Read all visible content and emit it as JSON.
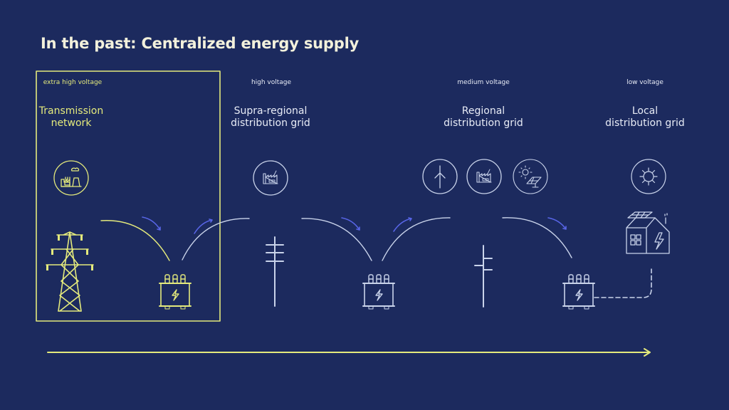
{
  "title": "In the past: Centralized energy supply",
  "stages": [
    {
      "voltage": "extra high voltage",
      "name_line1": "Transmission",
      "name_line2": "network",
      "icons": [
        "power-plant-icon"
      ],
      "highlighted": true
    },
    {
      "voltage": "high voltage",
      "name_line1": "Supra-regional",
      "name_line2": "distribution grid",
      "icons": [
        "factory-icon"
      ]
    },
    {
      "voltage": "medium voltage",
      "name_line1": "Regional",
      "name_line2": "distribution grid",
      "icons": [
        "wind-turbine-icon",
        "factory-icon",
        "solar-panel-icon"
      ]
    },
    {
      "voltage": "low voltage",
      "name_line1": "Local",
      "name_line2": "distribution grid",
      "icons": [
        "sun-icon",
        "house-icon"
      ]
    }
  ],
  "colors": {
    "background": "#1c2a5e",
    "highlight": "#e4ea7c",
    "line": "#c9d3ea",
    "flow_arrow": "#5865e6"
  }
}
